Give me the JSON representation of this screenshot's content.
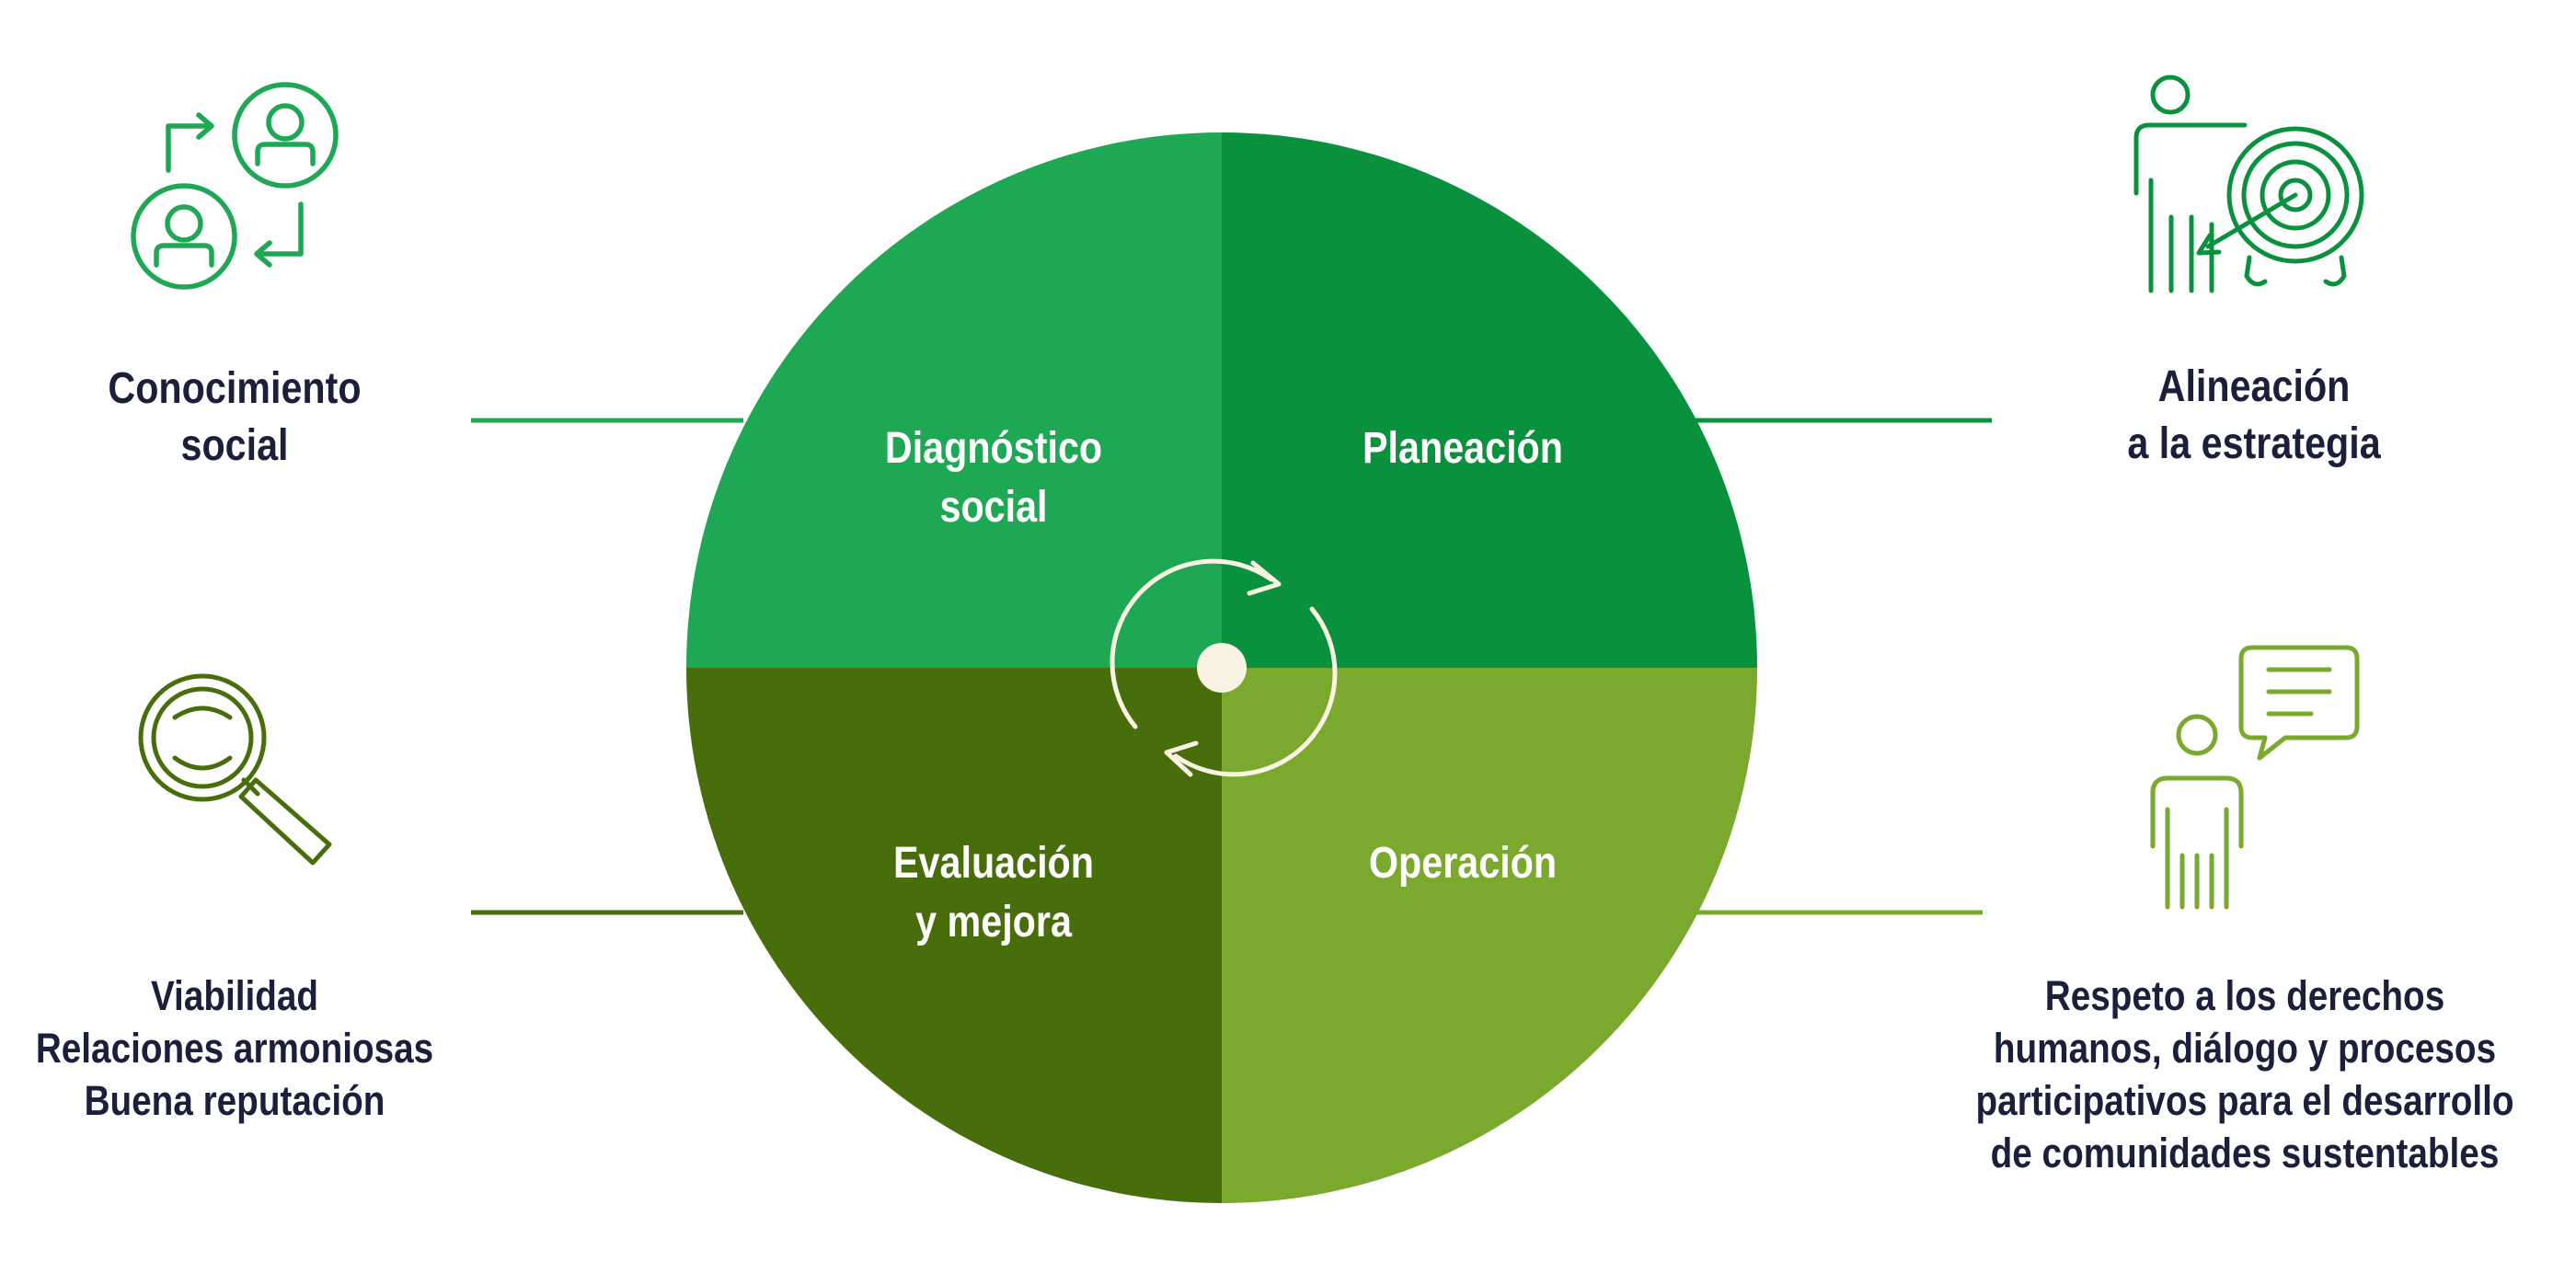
{
  "colors": {
    "q_top_left": "#1ea853",
    "q_top_right": "#0a913e",
    "q_bottom_left": "#486e0c",
    "q_bottom_right": "#7aa92d",
    "center_dot": "#faf3e3",
    "text_dark": "#1b1f3b",
    "text_light": "#ffffff"
  },
  "quadrants": {
    "top_left": [
      "Diagnóstico",
      "social"
    ],
    "top_right": [
      "Planeación"
    ],
    "bottom_left": [
      "Evaluación",
      "y mejora"
    ],
    "bottom_right": [
      "Operación"
    ]
  },
  "outcomes": {
    "top_left": {
      "icon": "people-exchange-icon",
      "lines": [
        "Conocimiento",
        "social"
      ]
    },
    "top_right": {
      "icon": "person-target-icon",
      "lines": [
        "Alineación",
        "a la estrategia"
      ]
    },
    "bottom_left": {
      "icon": "magnifier-icon",
      "lines": [
        "Viabilidad",
        "Relaciones armoniosas",
        "Buena reputación"
      ]
    },
    "bottom_right": {
      "icon": "person-speech-icon",
      "lines": [
        "Respeto a los derechos",
        "humanos, diálogo y procesos",
        "participativos para el desarrollo",
        "de comunidades sustentables"
      ]
    }
  },
  "center": {
    "icon": "cycle-arrows-icon"
  }
}
